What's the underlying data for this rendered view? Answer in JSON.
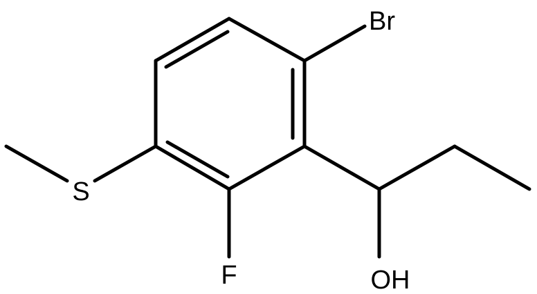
{
  "molecule": {
    "atoms": {
      "bromine": "Br",
      "sulfur": "S",
      "fluorine": "F",
      "hydroxyl": "OH"
    },
    "colors": {
      "bond": "#000000",
      "label": "#000000",
      "background": "#ffffff"
    }
  }
}
